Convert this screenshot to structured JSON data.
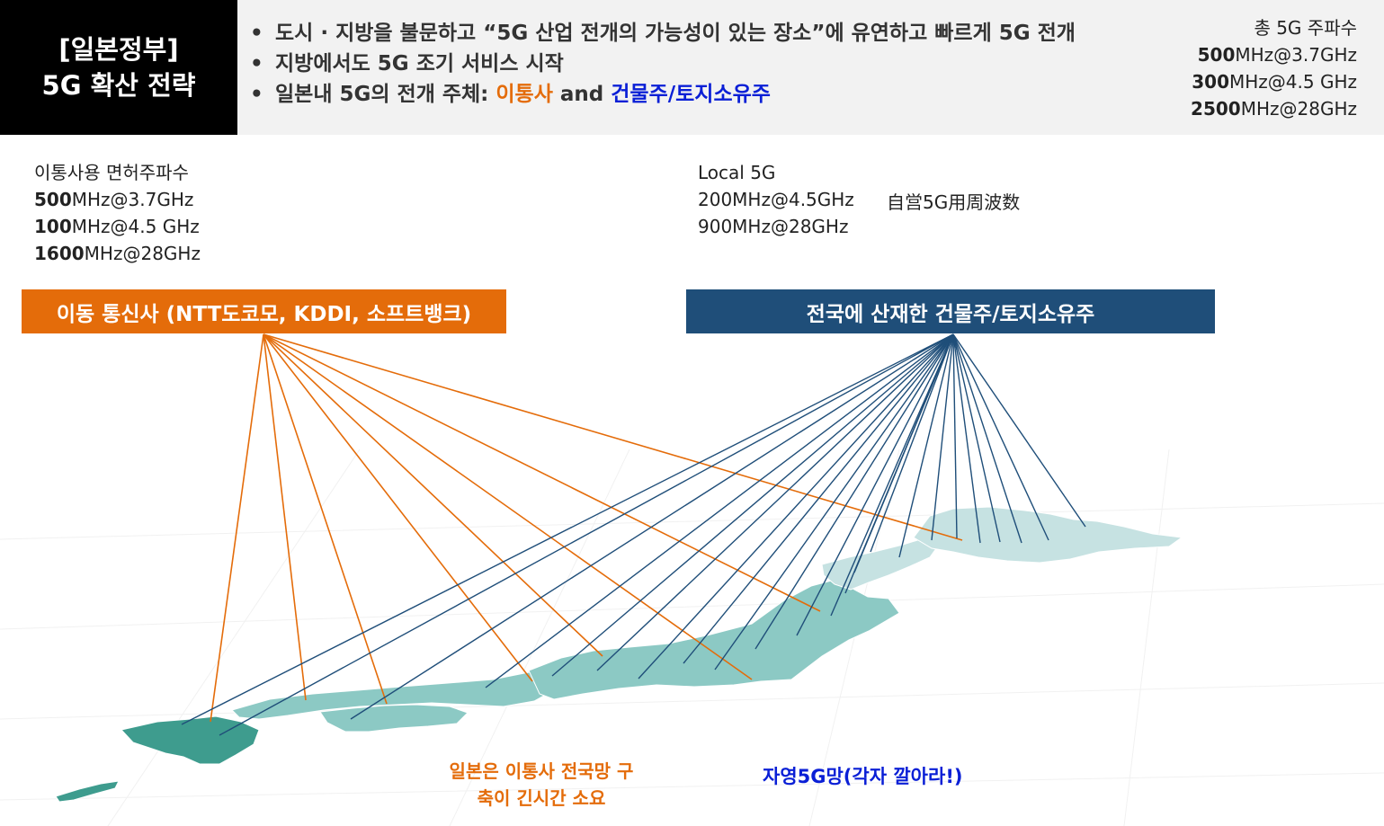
{
  "header": {
    "title_line1": "[일본정부]",
    "title_line2": "5G 확산 전략",
    "bullets": [
      "도시 · 지방을 불문하고 “5G 산업 전개의 가능성이 있는 장소”에 유연하고 빠르게 5G 전개",
      "지방에서도 5G 조기 서비스 시작"
    ],
    "bullet3": {
      "prefix": "일본내 5G의 전개 주체: ",
      "carrier": "이통사",
      "middle": " and ",
      "owners": "건물주/토지소유주"
    }
  },
  "total": {
    "title": "총 5G 주파수",
    "rows": [
      {
        "amount": "500",
        "rest": "MHz@3.7GHz"
      },
      {
        "amount": "300",
        "rest": "MHz@4.5 GHz"
      },
      {
        "amount": "2500",
        "rest": "MHz@28GHz"
      }
    ]
  },
  "carrier_freq": {
    "title": "이통사용 면허주파수",
    "rows": [
      {
        "amount": "500",
        "rest": "MHz@3.7GHz"
      },
      {
        "amount": "100",
        "rest": "MHz@4.5 GHz"
      },
      {
        "amount": "1600",
        "rest": "MHz@28GHz"
      }
    ]
  },
  "local_freq": {
    "title": "Local 5G",
    "line1": "200MHz@4.5GHz",
    "line2": "900MHz@28GHz",
    "note": "自営5G用周波数"
  },
  "labels": {
    "carriers": "이동 통신사 (NTT도코모, KDDI, 소프트뱅크)",
    "owners": "전국에 산재한 건물주/토지소유주"
  },
  "notes": {
    "carrier_line1": "일본은 이통사 전국망 구",
    "carrier_line2": "축이 긴시간 소요",
    "private": "자영5G망(각자 깔아라!)"
  },
  "colors": {
    "orange": "#e46c0a",
    "navy": "#1f4e79",
    "blue_text": "#0a1fd6",
    "map_dark": "#3e9c8e",
    "map_mid": "#8cc9c4",
    "map_light": "#c6e2e2"
  }
}
